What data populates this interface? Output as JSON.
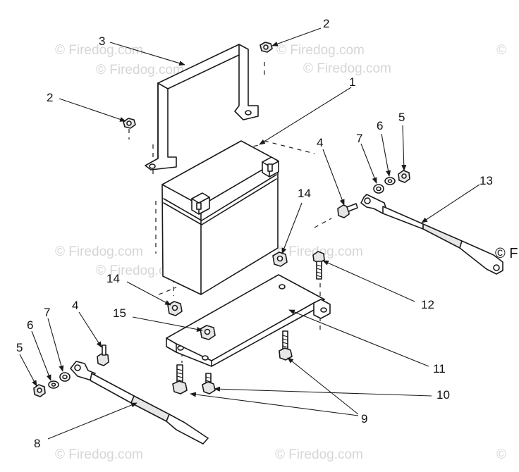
{
  "watermark": {
    "text": "© Firedog.com",
    "text_edge": "© F",
    "text_corner": "©"
  },
  "callouts": [
    {
      "id": "c1",
      "label": "1"
    },
    {
      "id": "c2a",
      "label": "2"
    },
    {
      "id": "c2b",
      "label": "2"
    },
    {
      "id": "c3",
      "label": "3"
    },
    {
      "id": "c4a",
      "label": "4"
    },
    {
      "id": "c4b",
      "label": "4"
    },
    {
      "id": "c5a",
      "label": "5"
    },
    {
      "id": "c5b",
      "label": "5"
    },
    {
      "id": "c6a",
      "label": "6"
    },
    {
      "id": "c6b",
      "label": "6"
    },
    {
      "id": "c7a",
      "label": "7"
    },
    {
      "id": "c7b",
      "label": "7"
    },
    {
      "id": "c8",
      "label": "8"
    },
    {
      "id": "c9",
      "label": "9"
    },
    {
      "id": "c10",
      "label": "10"
    },
    {
      "id": "c11",
      "label": "11"
    },
    {
      "id": "c12",
      "label": "12"
    },
    {
      "id": "c13",
      "label": "13"
    },
    {
      "id": "c14a",
      "label": "14"
    },
    {
      "id": "c14b",
      "label": "14"
    },
    {
      "id": "c15",
      "label": "15"
    }
  ]
}
